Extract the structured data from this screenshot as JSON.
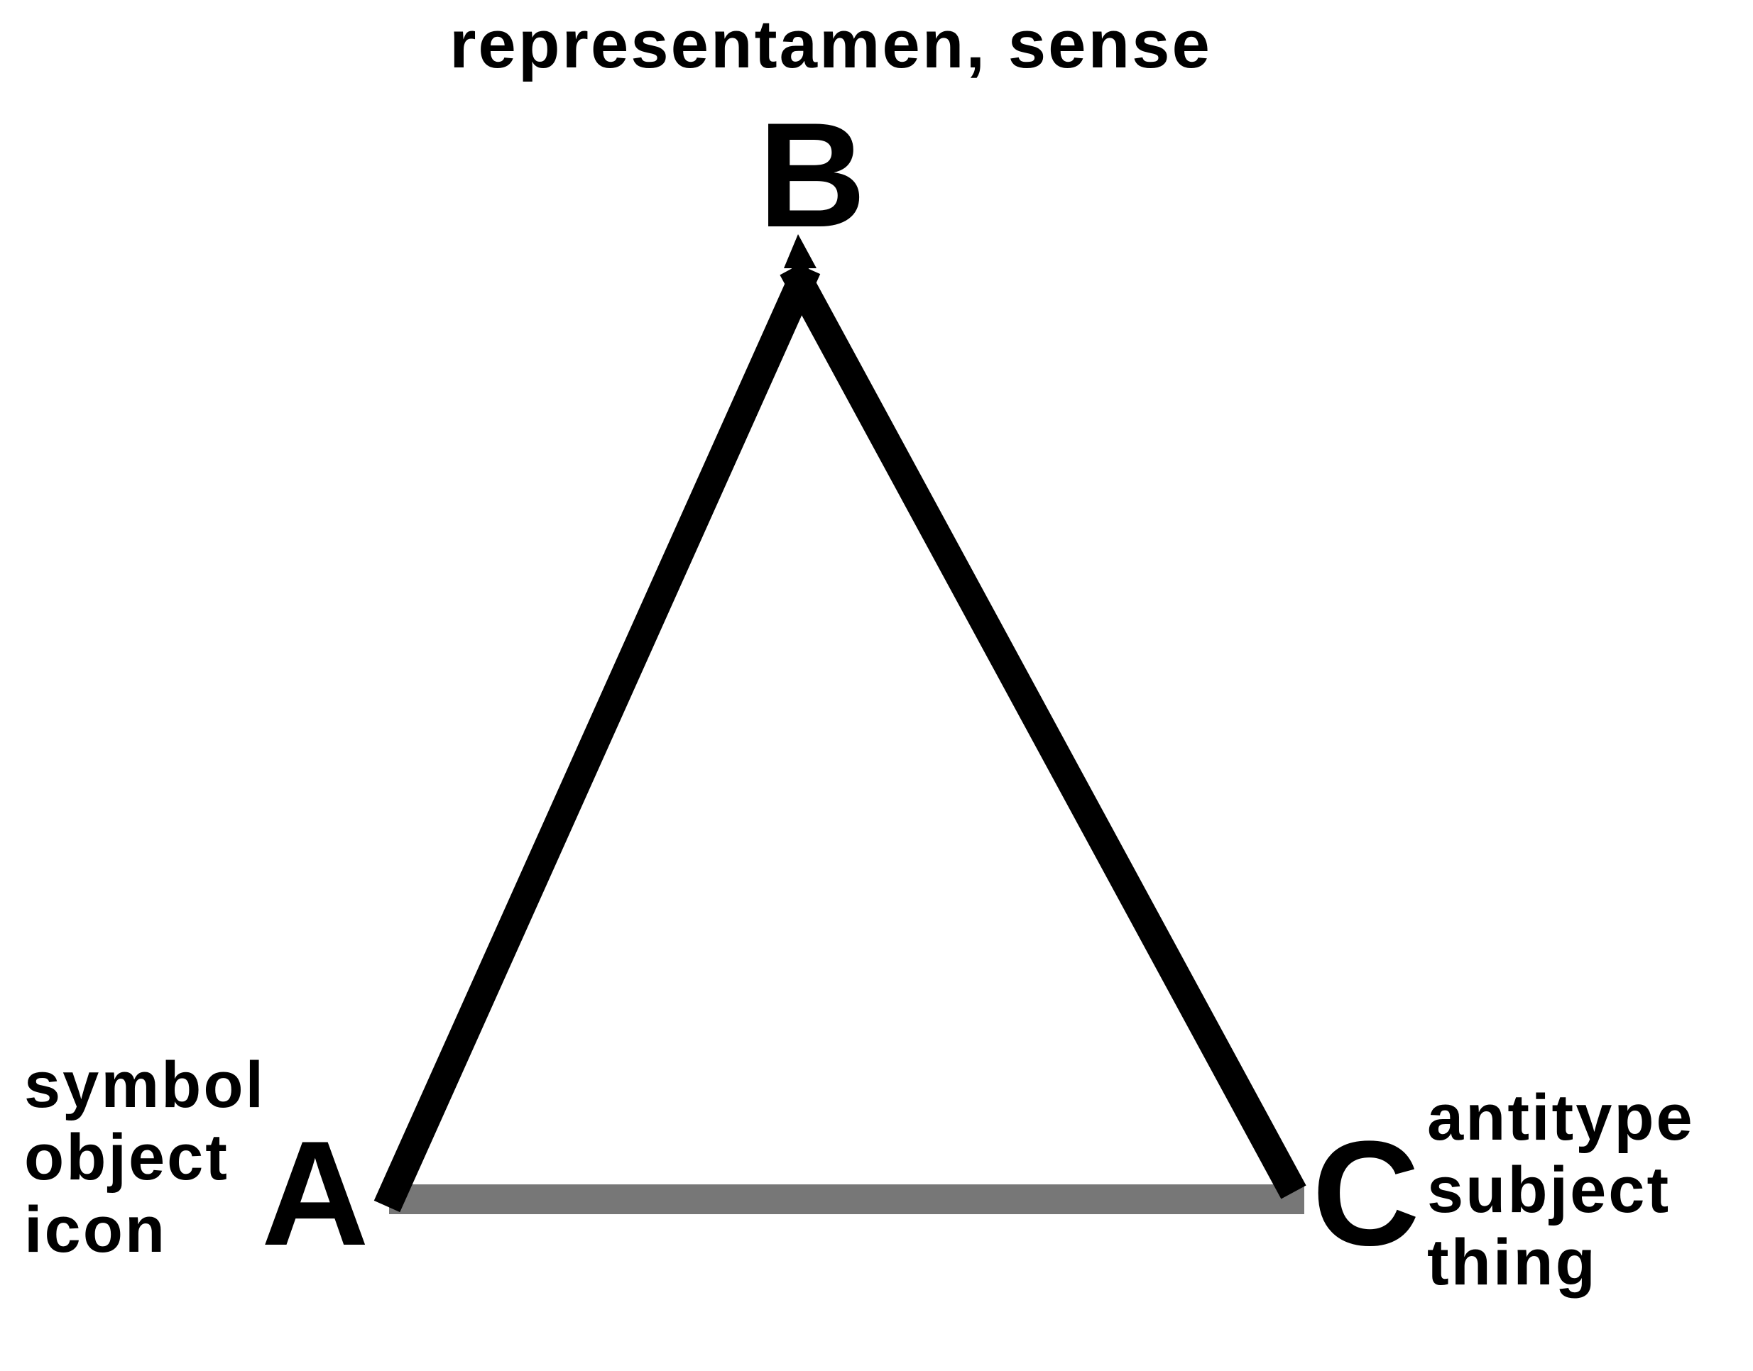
{
  "top_label": "representamen, sense",
  "vertices": {
    "a": "A",
    "b": "B",
    "c": "C"
  },
  "terms_a": [
    "symbol",
    "object",
    "icon"
  ],
  "terms_c": [
    "antitype",
    "subject",
    "thing"
  ],
  "colors": {
    "background": "#ffffff",
    "sides": "#000000",
    "base": "#777777",
    "text": "#000000"
  }
}
